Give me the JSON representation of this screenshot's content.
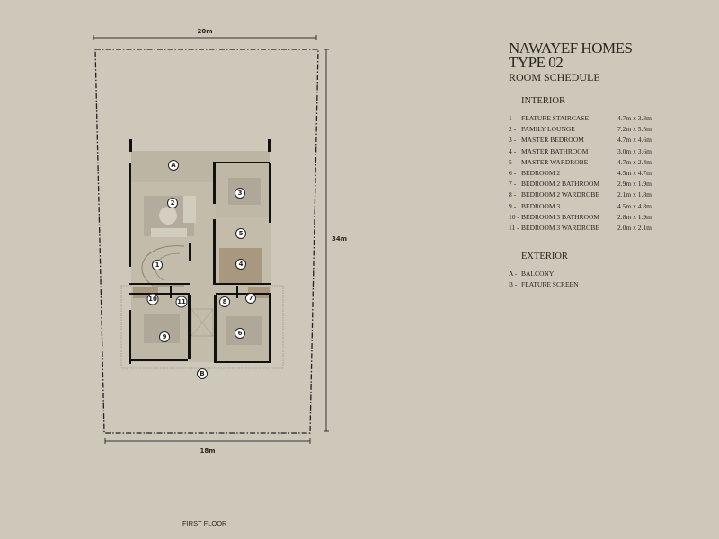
{
  "title": {
    "line1": "NAWAYEF HOMES",
    "line2": "TYPE 02",
    "line3": "ROOM SCHEDULE"
  },
  "interior": {
    "heading": "INTERIOR",
    "rooms": [
      {
        "num": "1 -",
        "name": "FEATURE STAIRCASE",
        "size": "4.7m x 3.3m"
      },
      {
        "num": "2 -",
        "name": "FAMILY LOUNGE",
        "size": "7.2m x 5.5m"
      },
      {
        "num": "3 -",
        "name": "MASTER BEDROOM",
        "size": "4.7m x 4.6m"
      },
      {
        "num": "4 -",
        "name": "MASTER BATHROOM",
        "size": "3.0m x 3.6m"
      },
      {
        "num": "5 -",
        "name": "MASTER WARDROBE",
        "size": "4.7m x 2.4m"
      },
      {
        "num": "6 -",
        "name": "BEDROOM 2",
        "size": "4.5m x 4.7m"
      },
      {
        "num": "7 -",
        "name": "BEDROOM 2 BATHROOM",
        "size": "2.9m x 1.9m"
      },
      {
        "num": "8 -",
        "name": "BEDROOM 2 WARDROBE",
        "size": "2.1m x 1.8m"
      },
      {
        "num": "9 -",
        "name": "BEDROOM 3",
        "size": "4.5m x 4.8m"
      },
      {
        "num": "10 -",
        "name": "BEDROOM 3 BATHROOM",
        "size": "2.8m x 1.9m"
      },
      {
        "num": "11 -",
        "name": "BEDROOM 3 WARDROBE",
        "size": "2.0m x 2.1m"
      }
    ]
  },
  "exterior": {
    "heading": "EXTERIOR",
    "items": [
      {
        "num": "A -",
        "name": "BALCONY"
      },
      {
        "num": "B -",
        "name": "FEATURE SCREEN"
      }
    ]
  },
  "dimensions": {
    "top": "20m",
    "right": "34m",
    "bottom": "18m"
  },
  "plan_labels": [
    "A",
    "2",
    "3",
    "5",
    "4",
    "1",
    "10",
    "11",
    "8",
    "7",
    "9",
    "6",
    "B"
  ],
  "floor_label": "FIRST FLOOR",
  "colors": {
    "background": "#cdc8ba",
    "floor": "#c2baa9",
    "room": "#b9b1a1",
    "wall": "#111111",
    "bath": "#a8987f"
  }
}
